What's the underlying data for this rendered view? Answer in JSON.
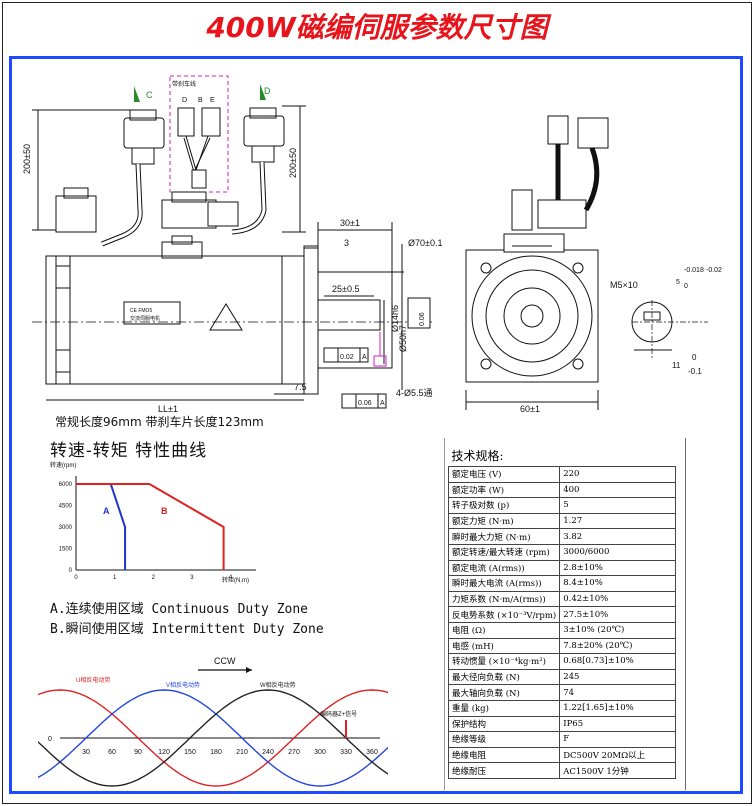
{
  "title": "400W磁编伺服参数尺寸图",
  "drawing": {
    "dim_top_left_vertical": "200±50",
    "dim_top_right_vertical": "200±50",
    "label_c": "C",
    "label_d_top": "D",
    "label_b": "B",
    "label_e": "E",
    "label_d": "D",
    "brake_box_label": "带刹车线",
    "dim_30": "30±1",
    "dim_3": "3",
    "dim_25": "25±0.5",
    "dim_d70": "Ø70±0.1",
    "dim_d50": "Ø50h7",
    "dim_d14": "Ø14h6",
    "tol_006": "0.06",
    "tol_a": "A",
    "tol_002": "0.02",
    "dim_75": "7.5",
    "dim_4holes": "4-Ø5.5通",
    "dim_60": "60±1",
    "dim_ll": "LL±1",
    "dim_m5": "M5×10",
    "dim_shaft_5": "5",
    "dim_shaft_0": "0",
    "dim_shaft_m0018": "-0.018",
    "dim_shaft_m002": "-0.02",
    "dim_11": "11",
    "dim_0": "0",
    "dim_m01": "-0.1",
    "label_plate1": "CE FMO5",
    "label_plate2": "交流伺服电机"
  },
  "length_note": "常规长度96mm  带刹车片长度123mm",
  "curve": {
    "title": "转速-转矩  特性曲线",
    "ylabel": "转速(rpm)",
    "xlabel": "转矩(N.m)",
    "legend_a": "A.连续使用区域  Continuous Duty Zone",
    "legend_b": "B.瞬间使用区域  Intermittent Duty Zone"
  },
  "chart_data": [
    {
      "type": "line",
      "title": "转速-转矩  特性曲线",
      "xlabel": "转矩(N.m)",
      "ylabel": "转速(rpm)",
      "xlim": [
        0,
        4.4
      ],
      "ylim": [
        0,
        6000
      ],
      "x_ticks": [
        0,
        1,
        2,
        3,
        4
      ],
      "y_ticks": [
        0,
        1500,
        3000,
        4500,
        6000
      ],
      "series": [
        {
          "name": "A",
          "color": "#2233cc",
          "points": [
            [
              0,
              6000
            ],
            [
              0.9,
              6000
            ],
            [
              1.27,
              3000
            ],
            [
              1.27,
              0
            ]
          ]
        },
        {
          "name": "B",
          "color": "#dd2222",
          "points": [
            [
              0,
              6000
            ],
            [
              1.9,
              6000
            ],
            [
              3.82,
              3000
            ],
            [
              3.82,
              0
            ]
          ]
        }
      ]
    },
    {
      "type": "line",
      "title": "",
      "annotation_ccw": "CCW",
      "xlim": [
        0,
        360
      ],
      "x_ticks": [
        30,
        60,
        90,
        120,
        150,
        180,
        210,
        240,
        270,
        300,
        330,
        360
      ],
      "y_zero_label": "0",
      "series": [
        {
          "name": "U相反电动势",
          "color": "#dd2222",
          "phase_deg": 0
        },
        {
          "name": "V相反电动势",
          "color": "#2244dd",
          "phase_deg": 120
        },
        {
          "name": "W相反电动势",
          "color": "#222222",
          "phase_deg": 240
        }
      ],
      "marker": {
        "label": "编码器Z+信号",
        "x": 330,
        "color": "#dd2222"
      }
    }
  ],
  "specs": {
    "header": "技术规格:",
    "rows": [
      {
        "k": "额定电压 (V)",
        "v": "220"
      },
      {
        "k": "额定功率 (W)",
        "v": "400"
      },
      {
        "k": "转子极对数 (p)",
        "v": "5"
      },
      {
        "k": "额定力矩 (N·m)",
        "v": "1.27"
      },
      {
        "k": "瞬时最大力矩 (N·m)",
        "v": "3.82"
      },
      {
        "k": "额定转速/最大转速 (rpm)",
        "v": "3000/6000"
      },
      {
        "k": "额定电流 (A(rms))",
        "v": "2.8±10%"
      },
      {
        "k": "瞬时最大电流 (A(rms))",
        "v": "8.4±10%"
      },
      {
        "k": "力矩系数 (N·m/A(rms))",
        "v": "0.42±10%"
      },
      {
        "k": "反电势系数 (×10⁻³V/rpm)",
        "v": "27.5±10%"
      },
      {
        "k": "电阻 (Ω)",
        "v": "3±10% (20℃)"
      },
      {
        "k": "电感 (mH)",
        "v": "7.8±20% (20℃)"
      },
      {
        "k": "转动惯量 (×10⁻⁴kg·m²)",
        "v": "0.68[0.73]±10%"
      },
      {
        "k": "最大径向负载 (N)",
        "v": "245"
      },
      {
        "k": "最大轴向负载 (N)",
        "v": "74"
      },
      {
        "k": "重量 (kg)",
        "v": "1.22[1.65]±10%"
      },
      {
        "k": "保护结构",
        "v": "IP65"
      },
      {
        "k": "绝缘等级",
        "v": "F"
      },
      {
        "k": "绝缘电阻",
        "v": "DC500V 20MΩ以上"
      },
      {
        "k": "绝缘耐压",
        "v": "AC1500V 1分钟"
      }
    ]
  }
}
